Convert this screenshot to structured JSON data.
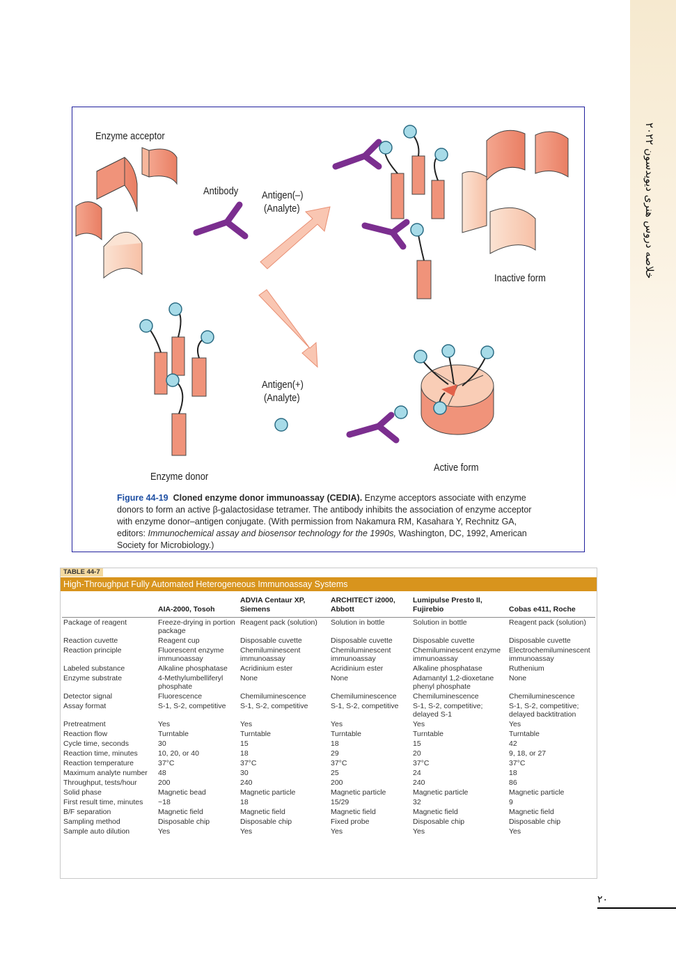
{
  "side_header": "خلاصه دروس هنری دیویدسون ۲۰۲۲",
  "page_number": "۲۰",
  "figure": {
    "labels": {
      "enzyme_acceptor": "Enzyme acceptor",
      "antibody": "Antibody",
      "antigen_minus_1": "Antigen(–)",
      "antigen_minus_2": "(Analyte)",
      "inactive_form": "Inactive form",
      "antigen_plus_1": "Antigen(+)",
      "antigen_plus_2": "(Analyte)",
      "enzyme_donor": "Enzyme donor",
      "active_form": "Active form"
    },
    "caption": {
      "number": "Figure 44-19",
      "title": "Cloned enzyme donor immunoassay (CEDIA).",
      "text": " Enzyme acceptors associate with enzyme donors to form an active β-galactosidase tetramer. The antibody inhibits the association of enzyme acceptor with enzyme donor–antigen conjugate. (With permission from Nakamura RM, Kasahara Y, Rechnitz GA, editors: ",
      "italic_1": "Immunochemical assay and biosensor technology for the 1990s,",
      "text_end": " Washington, DC, 1992, American Society for Microbiology.)"
    },
    "colors": {
      "block": "#f0937a",
      "block_top": "#f9cdb6",
      "antibody": "#7b2e8f",
      "antigen": "#a7dbe8",
      "arrow": "#f3a88f"
    }
  },
  "table": {
    "tag": "TABLE 44-7",
    "title": "High-Throughput Fully Automated Heterogeneous Immunoassay Systems",
    "headers": [
      "",
      "AIA-2000, Tosoh",
      "ADVIA Centaur XP, Siemens",
      "ARCHITECT i2000, Abbott",
      "Lumipulse Presto II, Fujirebio",
      "Cobas e411, Roche"
    ],
    "rows": [
      [
        "Package of reagent",
        "Freeze-drying in portion package",
        "Reagent pack (solution)",
        "Solution in bottle",
        "Solution in bottle",
        "Reagent pack (solution)"
      ],
      [
        "Reaction cuvette",
        "Reagent cup",
        "Disposable cuvette",
        "Disposable cuvette",
        "Disposable cuvette",
        "Disposable cuvette"
      ],
      [
        "Reaction principle",
        "Fluorescent enzyme immunoassay",
        "Chemiluminescent immunoassay",
        "Chemiluminescent immunoassay",
        "Chemiluminescent enzyme immunoassay",
        "Electrochemiluminescent immunoassay"
      ],
      [
        "Labeled substance",
        "Alkaline phosphatase",
        "Acridinium ester",
        "Acridinium ester",
        "Alkaline phosphatase",
        "Ruthenium"
      ],
      [
        "Enzyme substrate",
        "4-Methylumbelliferyl phosphate",
        "None",
        "None",
        "Adamantyl 1,2-dioxetane phenyl phosphate",
        "None"
      ],
      [
        "Detector signal",
        "Fluorescence",
        "Chemiluminescence",
        "Chemiluminescence",
        "Chemiluminescence",
        "Chemiluminescence"
      ],
      [
        "Assay format",
        "S-1, S-2, competitive",
        "S-1, S-2, competitive",
        "S-1, S-2, competitive",
        "S-1, S-2, competitive; delayed S-1",
        "S-1, S-2, competitive; delayed backtitration"
      ],
      [
        "Pretreatment",
        "Yes",
        "Yes",
        "Yes",
        "Yes",
        "Yes"
      ],
      [
        "Reaction flow",
        "Turntable",
        "Turntable",
        "Turntable",
        "Turntable",
        "Turntable"
      ],
      [
        "Cycle time, seconds",
        "30",
        "15",
        "18",
        "15",
        "42"
      ],
      [
        "Reaction time, minutes",
        "10, 20, or 40",
        "18",
        "29",
        "20",
        "9, 18, or 27"
      ],
      [
        "Reaction temperature",
        "37°C",
        "37°C",
        "37°C",
        "37°C",
        "37°C"
      ],
      [
        "Maximum analyte number",
        "48",
        "30",
        "25",
        "24",
        "18"
      ],
      [
        "Throughput, tests/hour",
        "200",
        "240",
        "200",
        "240",
        "86"
      ],
      [
        "Solid phase",
        "Magnetic bead",
        "Magnetic particle",
        "Magnetic particle",
        "Magnetic particle",
        "Magnetic particle"
      ],
      [
        "First result time, minutes",
        "~18",
        "18",
        "15/29",
        "32",
        "9"
      ],
      [
        "B/F separation",
        "Magnetic field",
        "Magnetic field",
        "Magnetic field",
        "Magnetic field",
        "Magnetic field"
      ],
      [
        "Sampling method",
        "Disposable chip",
        "Disposable chip",
        "Fixed probe",
        "Disposable chip",
        "Disposable chip"
      ],
      [
        "Sample auto dilution",
        "Yes",
        "Yes",
        "Yes",
        "Yes",
        "Yes"
      ]
    ]
  }
}
